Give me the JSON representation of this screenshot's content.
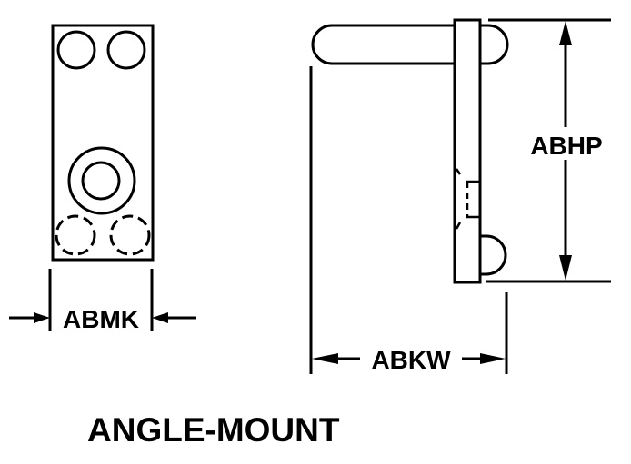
{
  "diagram": {
    "title": "ANGLE-MOUNT",
    "dimensions": {
      "front_width": "ABMK",
      "side_depth": "ABKW",
      "side_height": "ABHP"
    },
    "colors": {
      "line": "#000000",
      "background": "#ffffff"
    }
  }
}
